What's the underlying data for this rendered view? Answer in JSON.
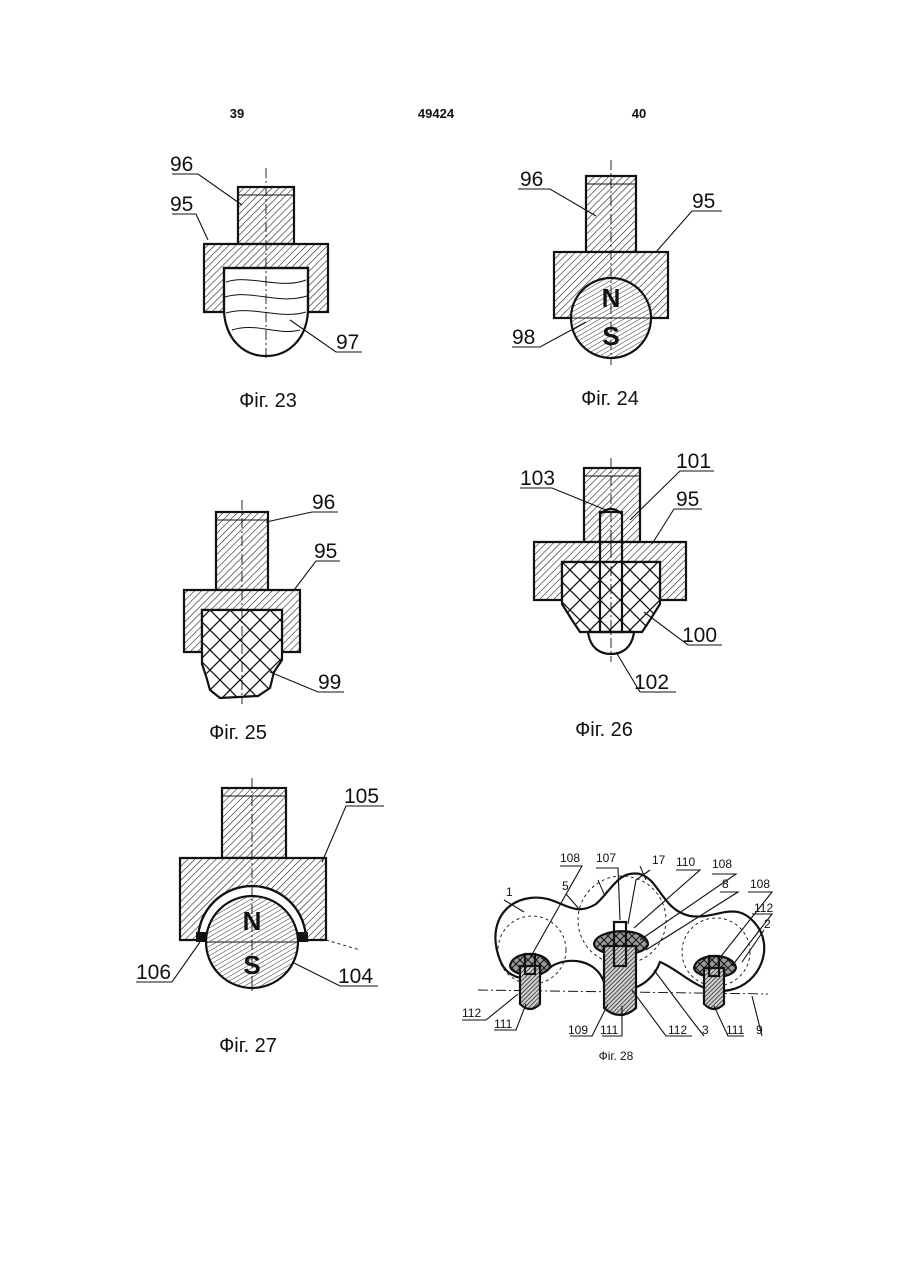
{
  "header": {
    "page_left": "39",
    "patent_number": "49424",
    "page_right": "40"
  },
  "figures": {
    "fig23": {
      "caption": "Фіг. 23",
      "labels": [
        "96",
        "95",
        "97"
      ]
    },
    "fig24": {
      "caption": "Фіг. 24",
      "labels": [
        "96",
        "95",
        "98"
      ],
      "pole_north": "N",
      "pole_south": "S"
    },
    "fig25": {
      "caption": "Фіг. 25",
      "labels": [
        "96",
        "95",
        "99"
      ]
    },
    "fig26": {
      "caption": "Фіг. 26",
      "labels": [
        "103",
        "101",
        "95",
        "100",
        "102"
      ]
    },
    "fig27": {
      "caption": "Фіг. 27",
      "labels": [
        "105",
        "106",
        "104"
      ],
      "pole_north": "N",
      "pole_south": "S"
    },
    "fig28": {
      "caption": "Фіг. 28",
      "labels": [
        "108",
        "107",
        "17",
        "110",
        "108",
        "8",
        "108",
        "1",
        "5",
        "112",
        "2",
        "112",
        "111",
        "109",
        "111",
        "112",
        "3",
        "111",
        "9"
      ]
    }
  }
}
